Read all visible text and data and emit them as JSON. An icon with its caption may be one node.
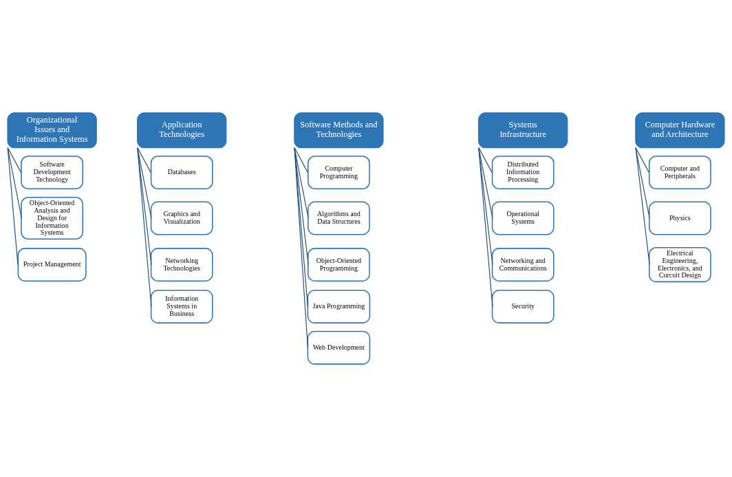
{
  "diagram": {
    "nodes": [
      {
        "text": [
          "Organizational Issues and Information Systems"
        ]
      },
      {
        "text": [
          "Software Development Technology"
        ]
      },
      {
        "text": [
          "Object-Oriented Analysis and Design for Information Systems"
        ]
      },
      {
        "text": [
          "Project Management"
        ]
      },
      {
        "text": [
          "Application Technologies"
        ]
      },
      {
        "text": [
          "Databases"
        ]
      },
      {
        "text": [
          "Graphics and Visualization"
        ]
      },
      {
        "text": [
          "Networking Technologies"
        ]
      },
      {
        "text": [
          "Information Systems in Business"
        ]
      },
      {
        "text": [
          "Software Methods and Technologies"
        ]
      },
      {
        "text": [
          "Computer Programming"
        ]
      },
      {
        "text": [
          "Algorithms and Data Structures"
        ]
      },
      {
        "text": [
          "Object-Oriented Programming"
        ]
      },
      {
        "text": [
          "Java Programming"
        ]
      },
      {
        "text": [
          "Web Development"
        ]
      },
      {
        "text": [
          "Systems Infrastructure"
        ]
      },
      {
        "text": [
          "Distributed Information Processing"
        ]
      },
      {
        "text": [
          "Operational Systems"
        ]
      },
      {
        "text": [
          "Networking and Communications"
        ]
      },
      {
        "text": [
          "Security"
        ]
      },
      {
        "text": [
          "Computer Hardware and Architecture"
        ]
      },
      {
        "text": [
          "Computer and Peripherals"
        ]
      },
      {
        "text": [
          "Physics"
        ]
      },
      {
        "text": [
          "Electrical Engineering, Electronics, and Curcuit Design"
        ]
      }
    ],
    "edges": [
      {
        "from": 0,
        "to": 1,
        "arrow": "none"
      },
      {
        "from": 0,
        "to": 2,
        "arrow": "none"
      },
      {
        "from": 0,
        "to": 3,
        "arrow": "none"
      },
      {
        "from": 4,
        "to": 5,
        "arrow": "none"
      },
      {
        "from": 4,
        "to": 6,
        "arrow": "none"
      },
      {
        "from": 4,
        "to": 7,
        "arrow": "none"
      },
      {
        "from": 4,
        "to": 8,
        "arrow": "none"
      },
      {
        "from": 9,
        "to": 10,
        "arrow": "none"
      },
      {
        "from": 9,
        "to": 11,
        "arrow": "none"
      },
      {
        "from": 9,
        "to": 12,
        "arrow": "none"
      },
      {
        "from": 9,
        "to": 13,
        "arrow": "none"
      },
      {
        "from": 9,
        "to": 14,
        "arrow": "none"
      },
      {
        "from": 15,
        "to": 16,
        "arrow": "none"
      },
      {
        "from": 15,
        "to": 17,
        "arrow": "none"
      },
      {
        "from": 15,
        "to": 18,
        "arrow": "none"
      },
      {
        "from": 15,
        "to": 19,
        "arrow": "none"
      },
      {
        "from": 20,
        "to": 21,
        "arrow": "none"
      },
      {
        "from": 20,
        "to": 22,
        "arrow": "none"
      },
      {
        "from": 20,
        "to": 23,
        "arrow": "none"
      }
    ]
  }
}
